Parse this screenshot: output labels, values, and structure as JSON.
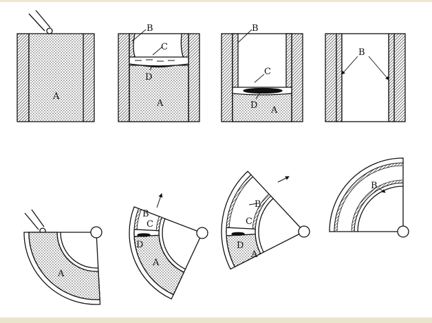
{
  "top_row": [
    {
      "labels": {
        "a": "A"
      }
    },
    {
      "labels": {
        "b": "B",
        "c": "C",
        "d": "D",
        "a": "A"
      }
    },
    {
      "labels": {
        "b": "B",
        "c": "C",
        "d": "D",
        "a": "A"
      }
    },
    {
      "labels": {
        "b": "B"
      }
    }
  ],
  "bottom_row": [
    {
      "labels": {
        "a": "A"
      }
    },
    {
      "labels": {
        "b": "B",
        "c": "C",
        "d": "D",
        "a": "A"
      }
    },
    {
      "labels": {
        "b": "B",
        "c": "C",
        "d": "D",
        "a": "A"
      }
    },
    {
      "labels": {
        "b": "B"
      }
    }
  ],
  "colors": {
    "line": "#111111",
    "background": "#ffffff",
    "border_band": "#e9e5cc"
  }
}
